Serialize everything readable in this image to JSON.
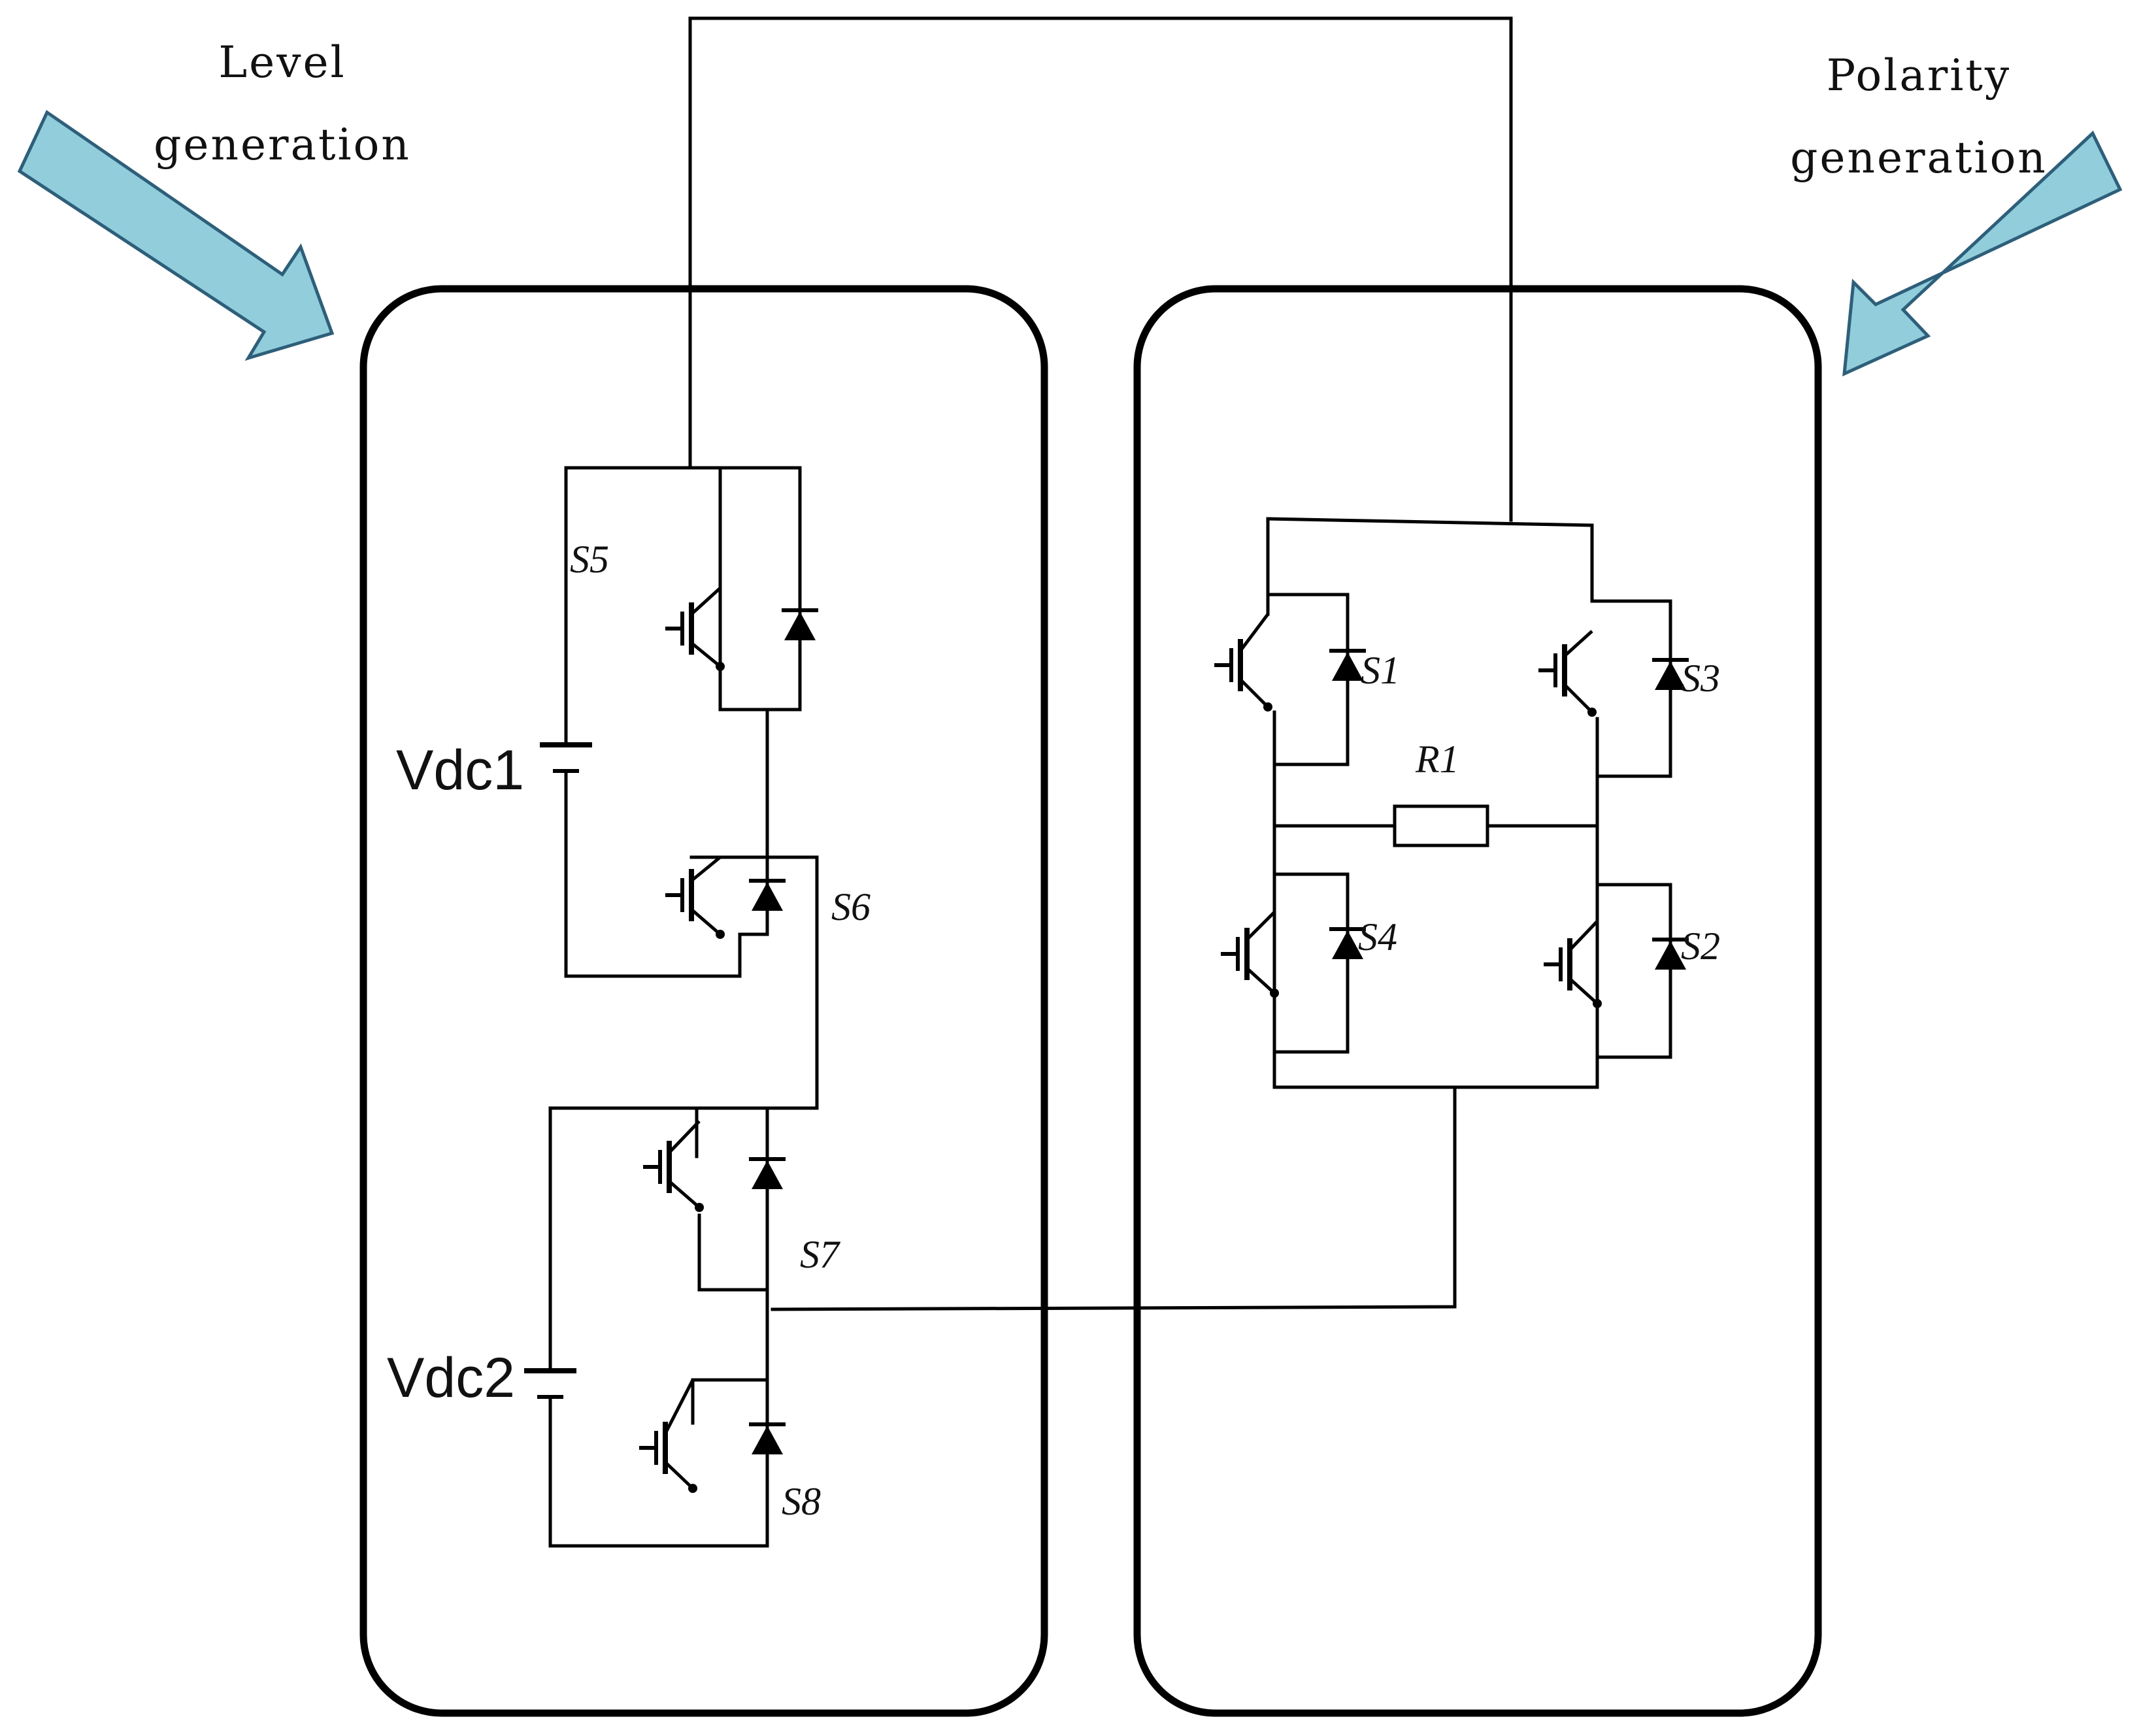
{
  "captions": {
    "level": [
      "Level",
      "generation"
    ],
    "polarity": [
      "Polarity",
      "generation"
    ]
  },
  "sources": {
    "vdc1": "Vdc1",
    "vdc2": "Vdc2"
  },
  "switches": {
    "s1": "S1",
    "s2": "S2",
    "s3": "S3",
    "s4": "S4",
    "s5": "S5",
    "s6": "S6",
    "s7": "S7",
    "s8": "S8"
  },
  "load": {
    "r1": "R1"
  },
  "colors": {
    "arrow_fill": "#92cddc",
    "arrow_stroke": "#2e5f7a",
    "line": "#000000"
  }
}
